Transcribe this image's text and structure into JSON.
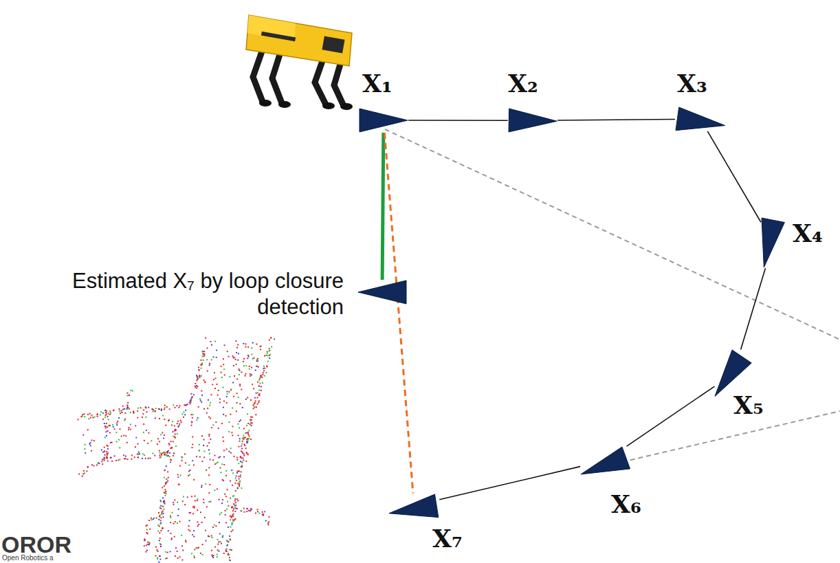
{
  "diagram": {
    "nodes": [
      {
        "text": [
          "X₁"
        ]
      },
      {
        "text": [
          "X₂"
        ]
      },
      {
        "text": [
          "X₃"
        ]
      },
      {
        "text": [
          "X₄"
        ]
      },
      {
        "text": [
          "X₅"
        ]
      },
      {
        "text": [
          "X₆"
        ]
      },
      {
        "text": [
          "X₇"
        ]
      },
      {
        "text": [
          "Estimated X₇ by loop closure detection"
        ]
      }
    ],
    "edges": [
      {
        "from": 0,
        "to": 1,
        "arrow": "none"
      },
      {
        "from": 1,
        "to": 2,
        "arrow": "none"
      },
      {
        "from": 2,
        "to": 3,
        "arrow": "none"
      },
      {
        "from": 3,
        "to": 4,
        "arrow": "none"
      },
      {
        "from": 4,
        "to": 5,
        "arrow": "none"
      },
      {
        "from": 5,
        "to": 6,
        "arrow": "none"
      },
      {
        "from": 0,
        "to": 7,
        "arrow": "none"
      },
      {
        "from": 0,
        "to": 6,
        "arrow": "none"
      }
    ],
    "labels": [
      "OROR",
      "Open Robotics a"
    ]
  }
}
